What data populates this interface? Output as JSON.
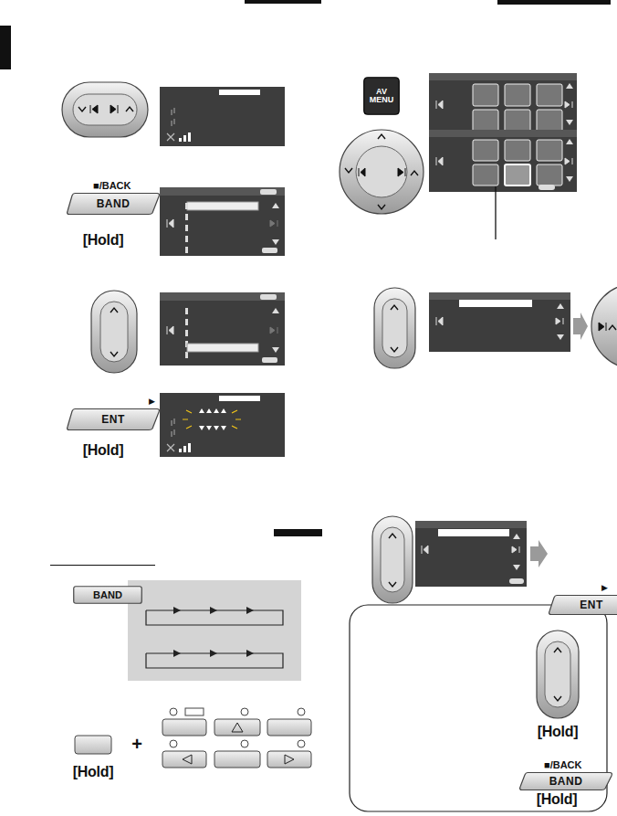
{
  "diagram": {
    "nodes": [
      {
        "text": [
          "■/BACK",
          "BAND"
        ]
      },
      {
        "text": [
          "▶",
          "ENT"
        ]
      },
      {
        "text": [
          "BAND"
        ]
      },
      {
        "text": [
          "AV MENU"
        ]
      },
      {
        "text": [
          "▶",
          "ENT"
        ]
      },
      {
        "text": [
          "■/BACK",
          "BAND"
        ]
      }
    ],
    "labels": [
      "[Hold]",
      "[Hold]",
      "[Hold]",
      "+",
      "[Hold]",
      "[Hold]"
    ]
  }
}
